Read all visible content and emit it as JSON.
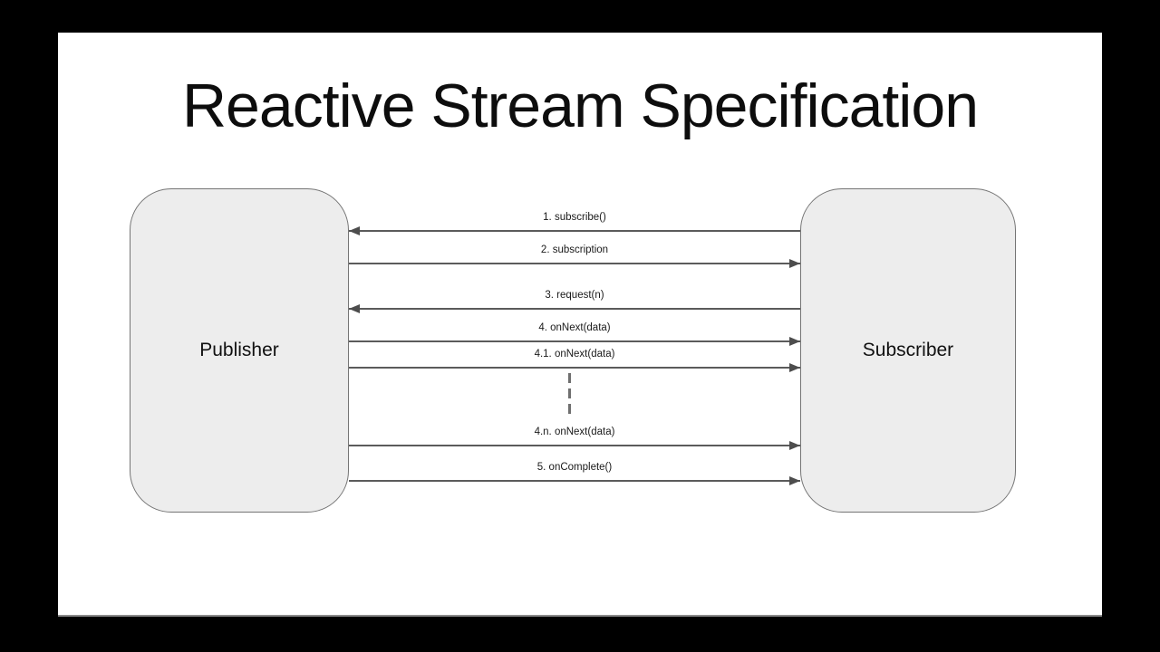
{
  "slide": {
    "title": "Reactive Stream Specification"
  },
  "diagram": {
    "publisher_label": "Publisher",
    "subscriber_label": "Subscriber",
    "messages": [
      {
        "label": "1. subscribe()",
        "direction": "left",
        "from": "Subscriber",
        "to": "Publisher"
      },
      {
        "label": "2. subscription",
        "direction": "right",
        "from": "Publisher",
        "to": "Subscriber"
      },
      {
        "label": "3. request(n)",
        "direction": "left",
        "from": "Subscriber",
        "to": "Publisher"
      },
      {
        "label": "4. onNext(data)",
        "direction": "right",
        "from": "Publisher",
        "to": "Subscriber"
      },
      {
        "label": "4.1. onNext(data)",
        "direction": "right",
        "from": "Publisher",
        "to": "Subscriber"
      },
      {
        "label": "4.n. onNext(data)",
        "direction": "right",
        "from": "Publisher",
        "to": "Subscriber"
      },
      {
        "label": "5. onComplete()",
        "direction": "right",
        "from": "Publisher",
        "to": "Subscriber"
      }
    ],
    "continuation_marker": "dashed-vertical-line"
  },
  "colors": {
    "letterbox": "#000000",
    "slide_background": "#ffffff",
    "node_fill": "#ededed",
    "node_border": "#757575",
    "arrow": "#5b5b5b",
    "label_text": "#1a1a1a",
    "title_text": "#0d0d0d"
  }
}
